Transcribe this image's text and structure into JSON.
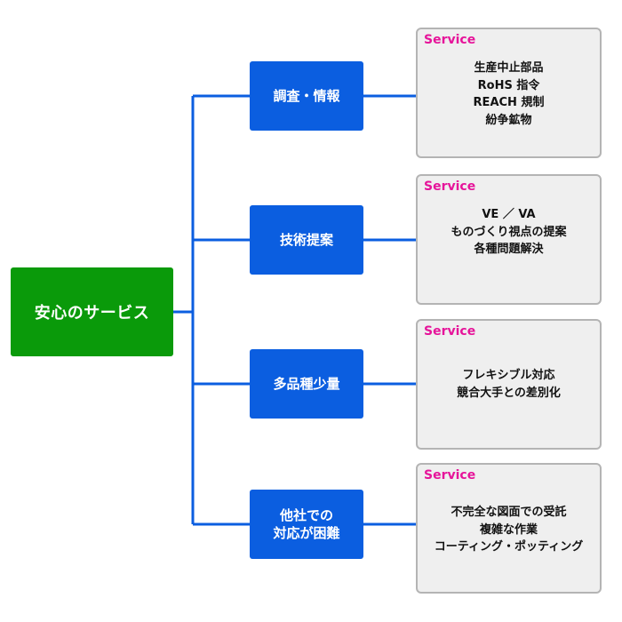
{
  "root": {
    "label": "安心のサービス"
  },
  "colors": {
    "root": "#0a9a0a",
    "category": "#0b5ee0",
    "connector": "#0b5ee0",
    "service_tag": "#e6149a",
    "service_bg": "#efefef"
  },
  "branches": [
    {
      "label": "調査・情報",
      "tag": "Service",
      "items": [
        "生産中止部品",
        "RoHS 指令",
        "REACH 規制",
        "紛争鉱物"
      ]
    },
    {
      "label": "技術提案",
      "tag": "Service",
      "items": [
        "VE ／ VA",
        "ものづくり視点の提案",
        "各種問題解決"
      ]
    },
    {
      "label": "多品種少量",
      "tag": "Service",
      "items": [
        "フレキシブル対応",
        "競合大手との差別化"
      ]
    },
    {
      "label": "他社での\n対応が困難",
      "tag": "Service",
      "items": [
        "不完全な図面での受託",
        "複雑な作業",
        "コーティング・ポッティング"
      ]
    }
  ]
}
